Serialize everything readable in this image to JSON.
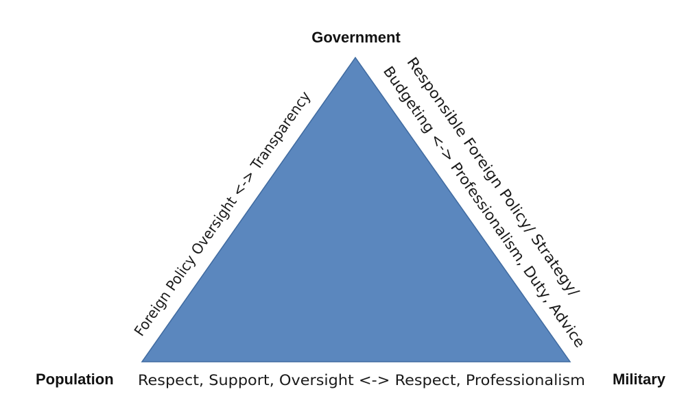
{
  "diagram": {
    "shape": "triangle",
    "fill_color": "#5b87be",
    "stroke_color": "#3f6aa0",
    "vertices": {
      "top": "Government",
      "bottom_left": "Population",
      "bottom_right": "Military"
    },
    "edges": {
      "left": "Foreign Policy Oversight <-> Transparency",
      "right_line1": "Responsible Foreign Policy/ Strategy/",
      "right_line2": "Budgeting <-> Professionalism, Duty, Advice",
      "bottom": "Respect, Support, Oversight <-> Respect, Professionalism"
    }
  }
}
